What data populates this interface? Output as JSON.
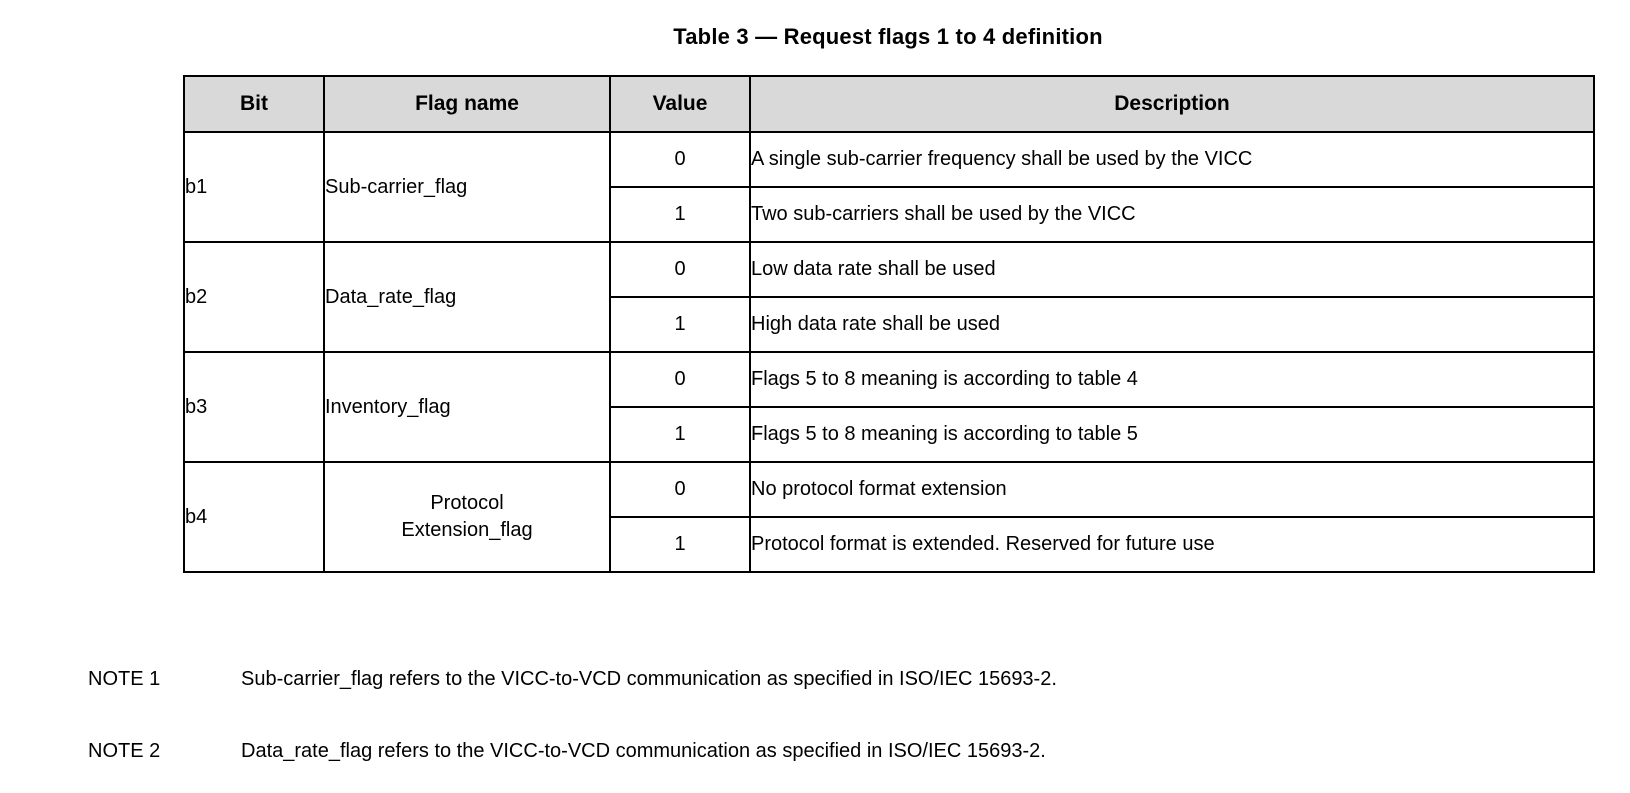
{
  "title": "Table 3 — Request flags 1 to 4 definition",
  "table": {
    "headers": [
      "Bit",
      "Flag name",
      "Value",
      "Description"
    ],
    "rows": [
      {
        "bit": "b1",
        "flag": "Sub-carrier_flag",
        "values": [
          {
            "value": "0",
            "description": "A single sub-carrier frequency shall be used by the VICC"
          },
          {
            "value": "1",
            "description": "Two sub-carriers shall be used by the VICC"
          }
        ]
      },
      {
        "bit": "b2",
        "flag": "Data_rate_flag",
        "values": [
          {
            "value": "0",
            "description": "Low data rate shall be used"
          },
          {
            "value": "1",
            "description": "High data rate shall be used"
          }
        ]
      },
      {
        "bit": "b3",
        "flag": "Inventory_flag",
        "values": [
          {
            "value": "0",
            "description": "Flags 5 to 8 meaning is according to table 4"
          },
          {
            "value": "1",
            "description": "Flags 5 to 8 meaning is according to table 5"
          }
        ]
      },
      {
        "bit": "b4",
        "flag": "Protocol\nExtension_flag",
        "values": [
          {
            "value": "0",
            "description": "No protocol format extension"
          },
          {
            "value": "1",
            "description": "Protocol format is extended. Reserved for future use"
          }
        ]
      }
    ]
  },
  "notes": [
    {
      "label": "NOTE 1",
      "text": "Sub-carrier_flag refers to the VICC-to-VCD communication as specified in ISO/IEC 15693-2."
    },
    {
      "label": "NOTE 2",
      "text": "Data_rate_flag refers to the VICC-to-VCD communication as specified in ISO/IEC 15693-2."
    }
  ],
  "colors": {
    "header_bg": "#d9d9d9",
    "border": "#000000",
    "text": "#000000",
    "page_bg": "#ffffff"
  }
}
